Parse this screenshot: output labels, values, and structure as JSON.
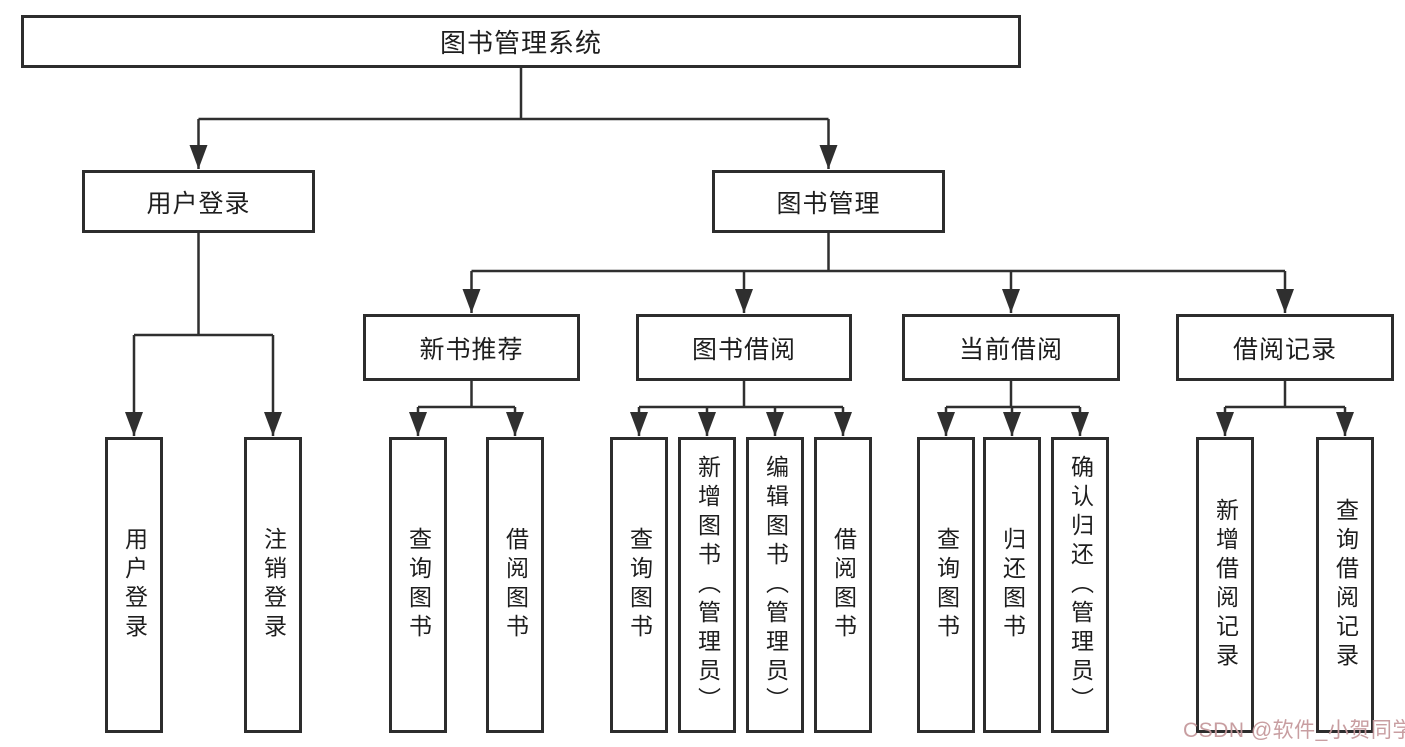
{
  "diagram": {
    "root": {
      "label": "图书管理系统"
    },
    "login_branch": {
      "label": "用户登录",
      "children": [
        {
          "label": "用户登录"
        },
        {
          "label": "注销登录"
        }
      ]
    },
    "management_branch": {
      "label": "图书管理",
      "sections": [
        {
          "label": "新书推荐",
          "children": [
            {
              "label": "查询图书"
            },
            {
              "label": "借阅图书"
            }
          ]
        },
        {
          "label": "图书借阅",
          "children": [
            {
              "label": "查询图书"
            },
            {
              "label": "新增图书（管理员）"
            },
            {
              "label": "编辑图书（管理员）"
            },
            {
              "label": "借阅图书"
            }
          ]
        },
        {
          "label": "当前借阅",
          "children": [
            {
              "label": "查询图书"
            },
            {
              "label": "归还图书"
            },
            {
              "label": "确认归还（管理员）"
            }
          ]
        },
        {
          "label": "借阅记录",
          "children": [
            {
              "label": "新增借阅记录"
            },
            {
              "label": "查询借阅记录"
            }
          ]
        }
      ]
    }
  },
  "watermark": {
    "text": "CSDN @软件_小贺同学"
  },
  "colors": {
    "line": "#2f2f2f",
    "box_border": "#2d2d2d",
    "box_background": "#ffffff",
    "text": "#1e1e1e",
    "watermark": "#c59a9c"
  }
}
